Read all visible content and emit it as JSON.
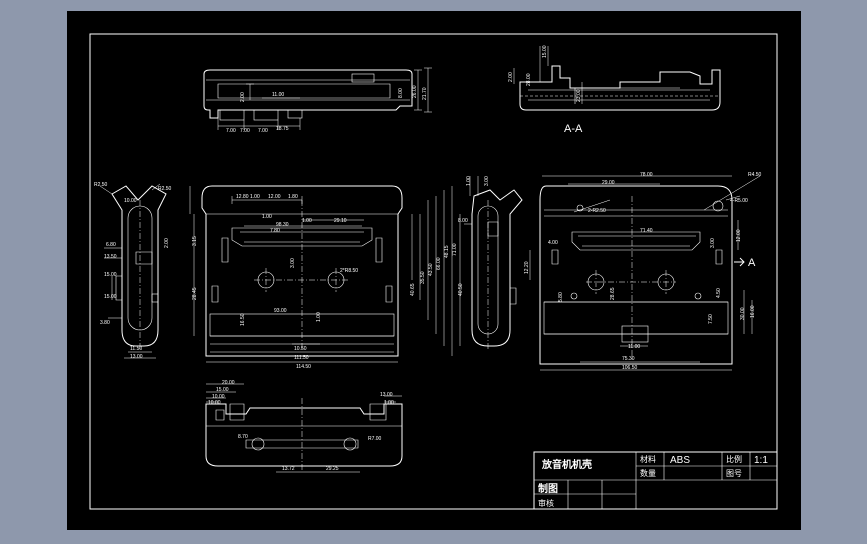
{
  "views": {
    "section_label": "A-A",
    "arrow_label": "A"
  },
  "dimensions": {
    "top": [
      "7.00",
      "7.00",
      "7.00",
      "18.75",
      "2.00",
      "11.00",
      "8.00",
      "26.00",
      "21.70"
    ],
    "section": [
      "15.00",
      "2.00",
      "28.00",
      "23.00"
    ],
    "front": [
      "12.80",
      "1.00",
      "12.00",
      "1.80",
      "1.00",
      "29.10",
      "1.00",
      "98.30",
      "7.80",
      "3.00",
      "3.15",
      "28.45",
      "2*R8.50",
      "40.65",
      "35.50",
      "43.50",
      "66.00",
      "48.15",
      "71.00",
      "93.00",
      "16.50",
      "1.00",
      "10.50",
      "111.50",
      "114.50"
    ],
    "left_side": [
      "R2.50",
      "R2.50",
      "10.00",
      "6.80",
      "13.50",
      "15.00",
      "15.00",
      "2.00",
      "3.80",
      "11.50",
      "13.00"
    ],
    "right_side": [
      "1.00",
      "3.00",
      "8.00",
      "12.20",
      "40.50"
    ],
    "back": [
      "78.00",
      "29.00",
      "2-R2.50",
      "4-R5.00",
      "R4.50",
      "71.40",
      "12.00",
      "4.00",
      "3.00",
      "4.50",
      "28.65",
      "5.80",
      "7.50",
      "16.00",
      "30.00",
      "75.30",
      "106.50",
      "11.00"
    ],
    "bottom": [
      "20.00",
      "15.00",
      "10.00",
      "10.00",
      "13.00",
      "1.00",
      "8.70",
      "R7.00",
      "13.72",
      "29.25"
    ]
  },
  "title_block": {
    "drawing_name": "放音机机壳",
    "material_label": "材料",
    "material_value": "ABS",
    "scale_label": "比例",
    "scale_value": "1:1",
    "quantity_label": "数量",
    "drawing_no_label": "图号",
    "drawn_label": "制图",
    "checked_label": "审核"
  },
  "colors": {
    "desktop": "#8e98ac",
    "sheet": "#000000",
    "line": "#ffffff"
  }
}
